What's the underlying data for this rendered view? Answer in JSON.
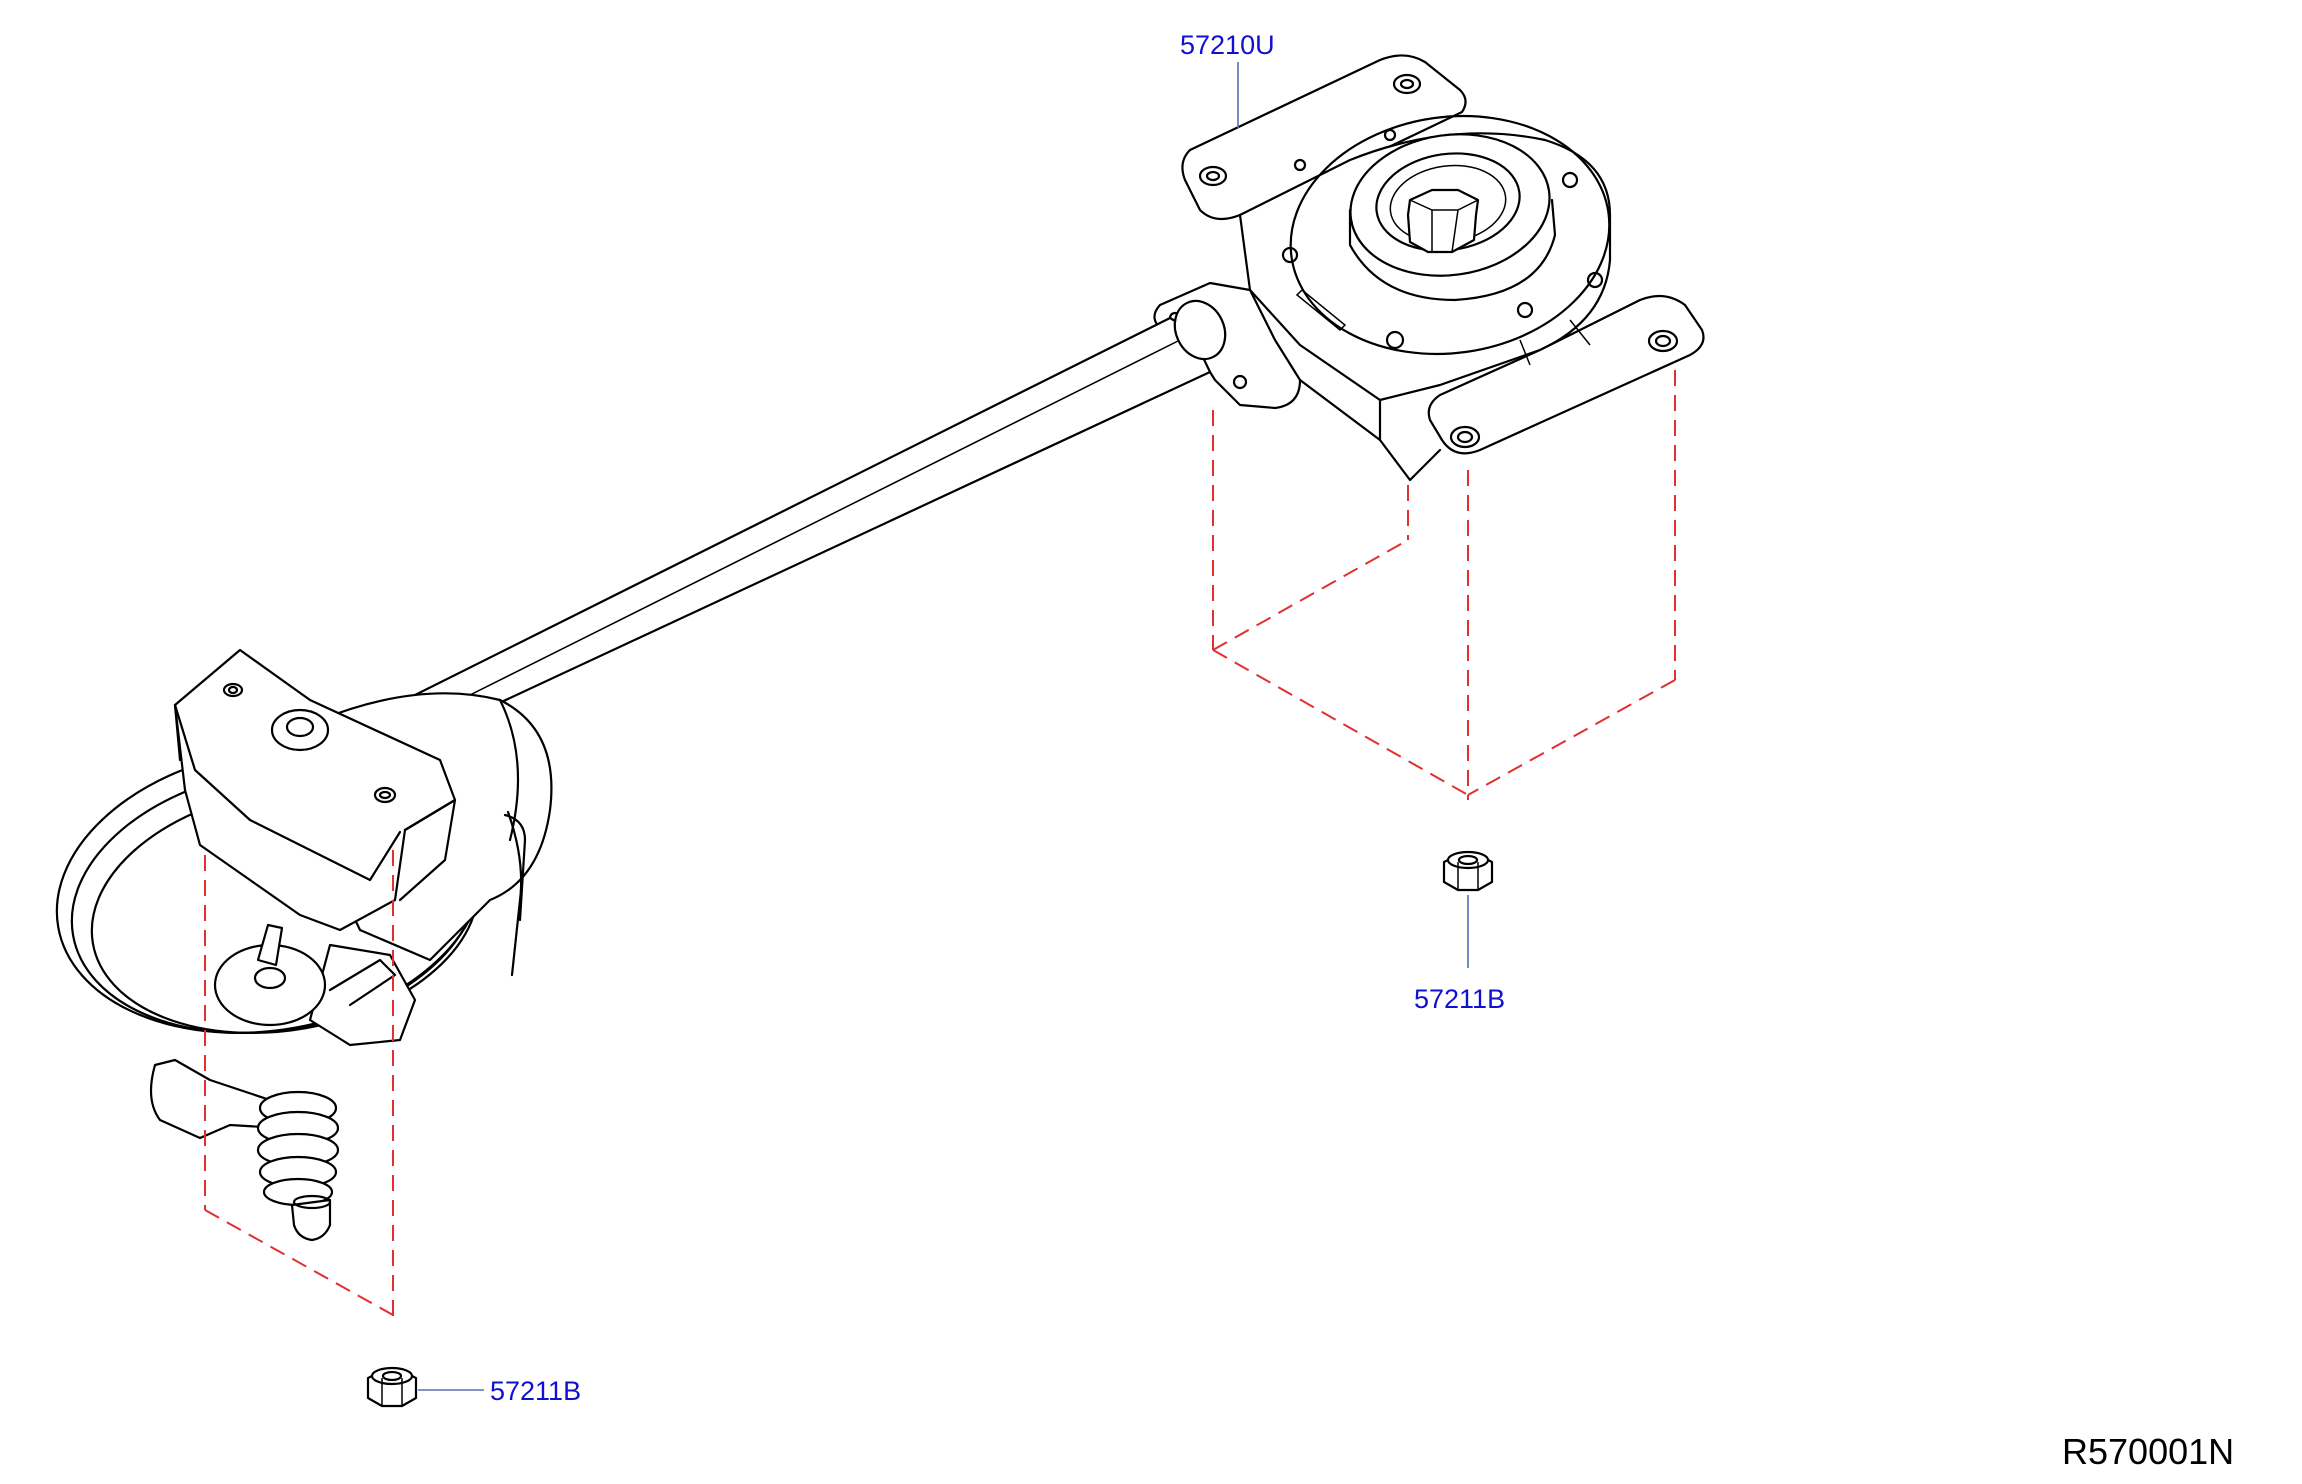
{
  "diagram": {
    "callouts": [
      {
        "id": "winch-assembly",
        "text": "57210U"
      },
      {
        "id": "nut-right",
        "text": "57211B"
      },
      {
        "id": "nut-left",
        "text": "57211B"
      }
    ],
    "reference_code": "R570001N",
    "colors": {
      "callout_text": "#1010d0",
      "leader_line": "#5570b0",
      "hidden_line": "#e03030",
      "outline": "#000000"
    }
  }
}
